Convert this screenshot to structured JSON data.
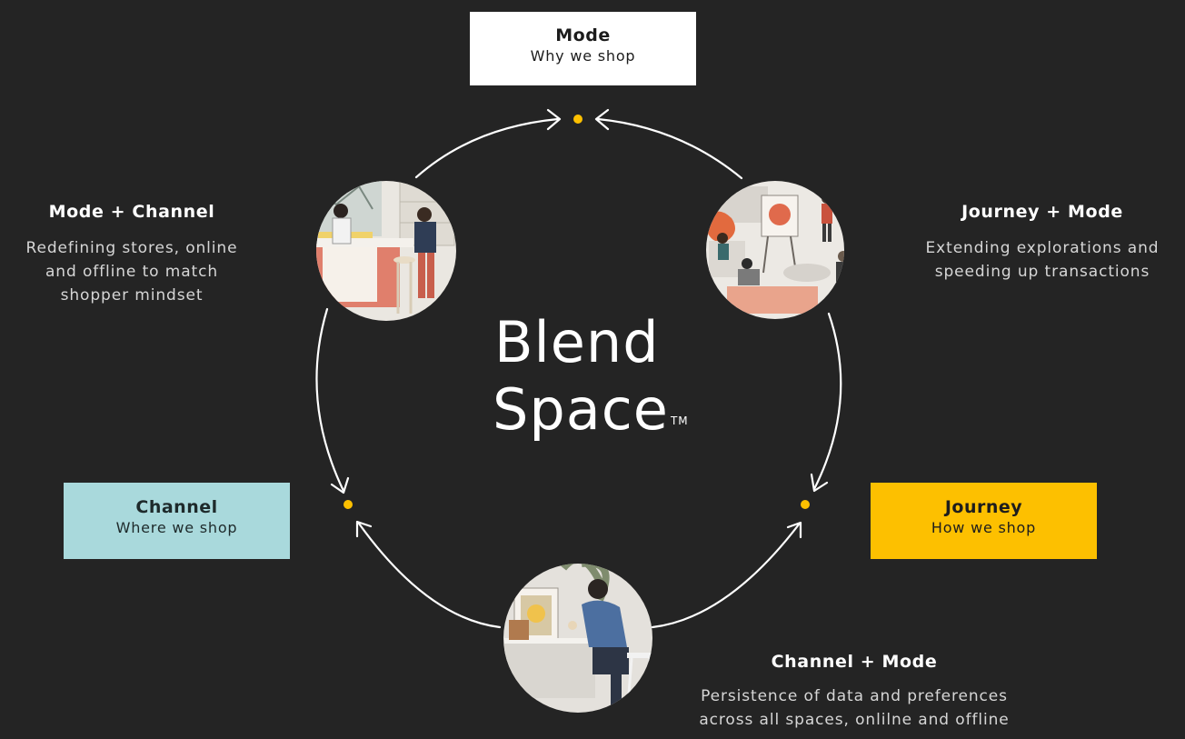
{
  "title": {
    "line1": "Blend",
    "line2": "Space",
    "trademark": "TM"
  },
  "nodes": {
    "mode": {
      "title": "Mode",
      "subtitle": "Why we shop",
      "color": "#ffffff"
    },
    "channel": {
      "title": "Channel",
      "subtitle": "Where we shop",
      "color": "#a9d9dc"
    },
    "journey": {
      "title": "Journey",
      "subtitle": "How we shop",
      "color": "#fdc000"
    }
  },
  "captions": {
    "mode_channel": {
      "heading": "Mode + Channel",
      "lines": [
        "Redefining stores, online",
        "and offline to match",
        "shopper mindset"
      ]
    },
    "journey_mode": {
      "heading": "Journey + Mode",
      "lines": [
        "Extending explorations and",
        "speeding up transactions"
      ]
    },
    "channel_mode": {
      "heading": "Channel + Mode",
      "lines": [
        "Persistence of data and preferences",
        "across all spaces, onlilne and offline"
      ]
    }
  },
  "colors": {
    "background": "#242424",
    "dot": "#fdc000",
    "arrow": "#ffffff"
  },
  "illustrations": [
    "store-counter-illustration",
    "studio-workspace-illustration",
    "home-desk-illustration"
  ]
}
